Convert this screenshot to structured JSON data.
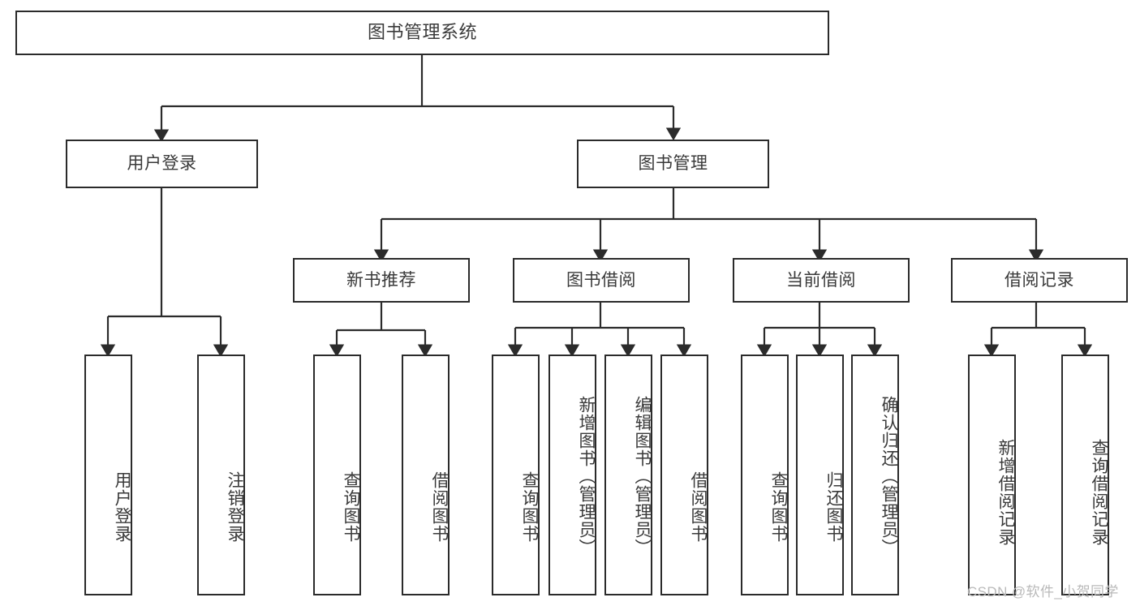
{
  "diagram": {
    "title": "图书管理系统",
    "stroke_color": "#2b2b2b",
    "text_color": "#3a3a3a",
    "background_color": "#ffffff",
    "watermark": "CSDN @软件_小贺同学",
    "watermark_color": "#b9b9b9"
  },
  "nodes": {
    "root": {
      "label": "图书管理系统"
    },
    "level2": [
      {
        "label": "用户登录"
      },
      {
        "label": "图书管理"
      }
    ],
    "level3": [
      {
        "label": "新书推荐"
      },
      {
        "label": "图书借阅"
      },
      {
        "label": "当前借阅"
      },
      {
        "label": "借阅记录"
      }
    ],
    "leaves_user_login": [
      {
        "label": "用户登录"
      },
      {
        "label": "注销登录"
      }
    ],
    "leaves_new_books": [
      {
        "label": "查询图书"
      },
      {
        "label": "借阅图书"
      }
    ],
    "leaves_book_borrow": [
      {
        "label": "查询图书"
      },
      {
        "label": "新增图书（管理员）"
      },
      {
        "label": "编辑图书（管理员）"
      },
      {
        "label": "借阅图书"
      }
    ],
    "leaves_current_borrow": [
      {
        "label": "查询图书"
      },
      {
        "label": "归还图书"
      },
      {
        "label": "确认归还（管理员）"
      }
    ],
    "leaves_borrow_record": [
      {
        "label": "新增借阅记录"
      },
      {
        "label": "查询借阅记录"
      }
    ]
  }
}
